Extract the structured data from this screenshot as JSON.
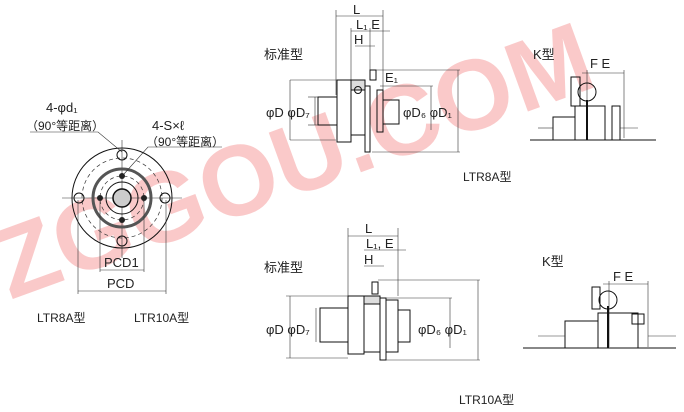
{
  "watermark": "ZGGOU.COM",
  "front_view": {
    "hole_label": "4-φd₁",
    "hole_note": "（90°等距离）",
    "tap_label": "4-S×ℓ",
    "tap_note": "（90°等距离）",
    "pcd1": "PCD1",
    "pcd": "PCD",
    "model_left": "LTR8A型",
    "model_right": "LTR10A型"
  },
  "ltr8a_standard": {
    "title": "标准型",
    "dim_L": "L",
    "dim_L1_E": "L₁ E",
    "dim_H": "H",
    "dim_E1": "E₁",
    "dim_left": "φD φD₇",
    "dim_right": "φD₆ φD₁",
    "model": "LTR8A型"
  },
  "ltr8a_k": {
    "title": "K型",
    "dims": "F  E"
  },
  "ltr10a_standard": {
    "title": "标准型",
    "dim_L": "L",
    "dim_L1_E": "L₁, E",
    "dim_H": "H",
    "dim_left": "φD φD₇",
    "dim_right": "φD₆ φD₁",
    "model": "LTR10A型"
  },
  "ltr10a_k": {
    "title": "K型",
    "dims": "F  E"
  }
}
